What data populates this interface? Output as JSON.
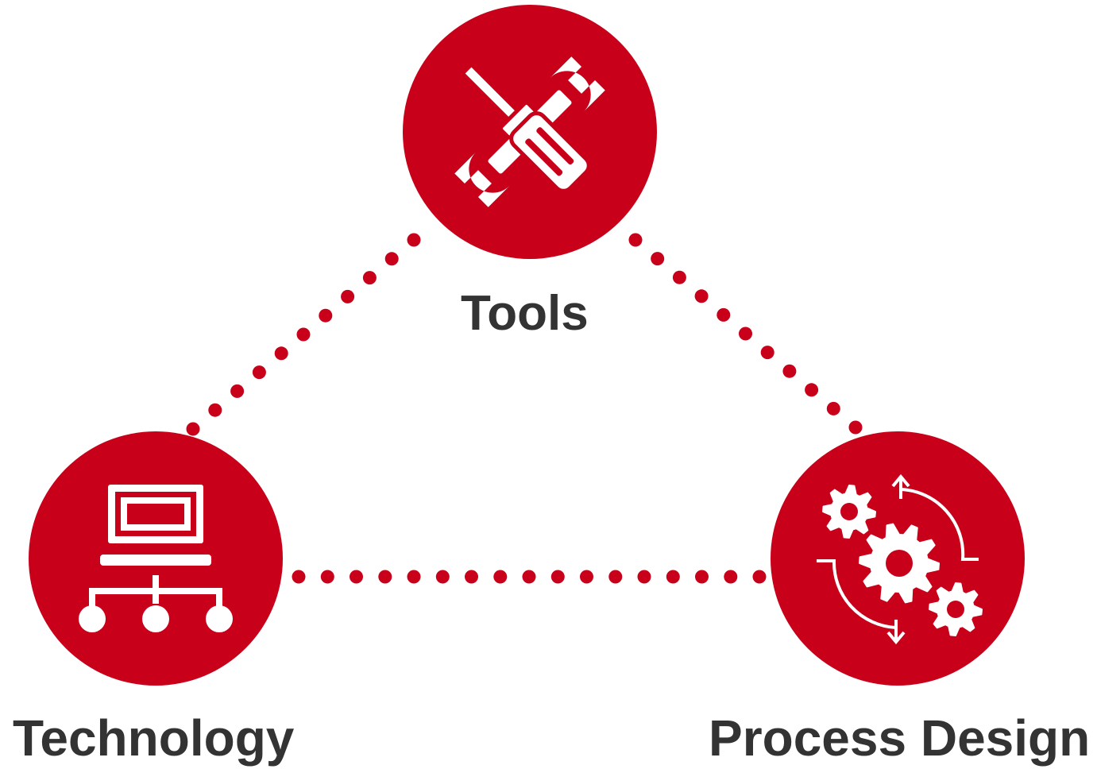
{
  "nodes": {
    "tools": {
      "label": "Tools",
      "icon": "wrench-screwdriver-icon"
    },
    "technology": {
      "label": "Technology",
      "icon": "laptop-network-icon"
    },
    "process_design": {
      "label": "Process Design",
      "icon": "gears-cycle-icon"
    }
  },
  "colors": {
    "accent": "#c8001a",
    "label_text": "#333333",
    "icon": "#ffffff",
    "background": "#ffffff"
  },
  "connectors": [
    {
      "from": "tools",
      "to": "technology",
      "style": "dotted"
    },
    {
      "from": "tools",
      "to": "process_design",
      "style": "dotted"
    },
    {
      "from": "technology",
      "to": "process_design",
      "style": "dotted"
    }
  ]
}
